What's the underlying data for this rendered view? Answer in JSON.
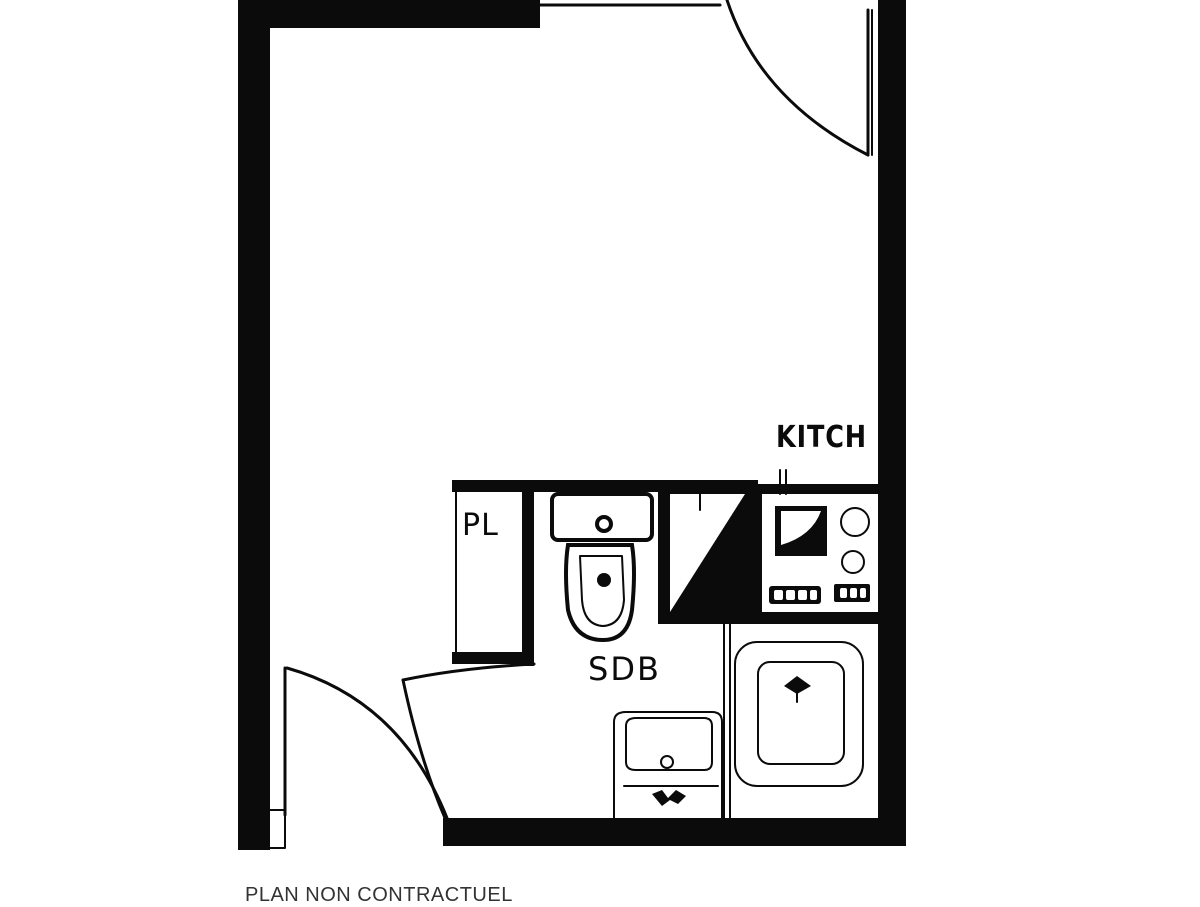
{
  "plan": {
    "rooms": [
      {
        "id": "kitchenette",
        "label": "KITCH"
      },
      {
        "id": "closet",
        "label": "PL"
      },
      {
        "id": "bathroom",
        "label": "SDB"
      }
    ],
    "caption": "PLAN NON CONTRACTUEL",
    "colors": {
      "ink": "#0b0b0b",
      "paper": "#ffffff",
      "caption": "#333333"
    },
    "fixtures": [
      "toilet",
      "shower",
      "washbasin",
      "kitchen-sink",
      "cooktop",
      "oven",
      "entry-door",
      "balcony-door"
    ]
  }
}
